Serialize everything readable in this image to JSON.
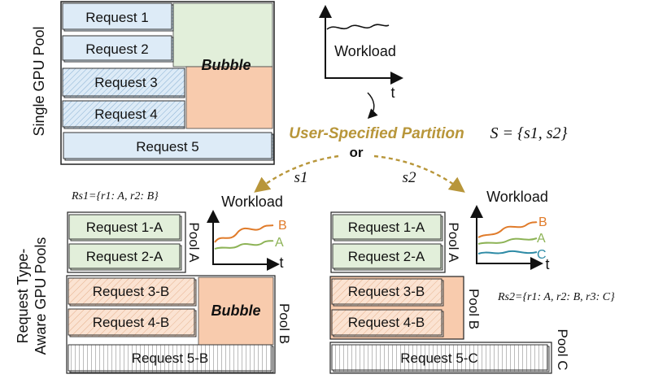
{
  "top": {
    "pool_label": "Single GPU Pool",
    "requests": [
      "Request 1",
      "Request 2",
      "Request 3",
      "Request 4",
      "Request 5"
    ],
    "bubble": "Bubble",
    "workload": "Workload",
    "t": "t"
  },
  "partition": {
    "label": "User-Specified Partition",
    "formula": "S = {s1, s2}",
    "or": "or",
    "s1": "s1",
    "s2": "s2"
  },
  "left": {
    "side_label_line1": "Request Type-",
    "side_label_line2": "Aware GPU Pools",
    "rs_label": "Rs1={r1: A, r2: B}",
    "workload": "Workload",
    "t": "t",
    "series": [
      "B",
      "A"
    ],
    "pool_a": {
      "name": "Pool A",
      "requests": [
        "Request 1-A",
        "Request 2-A"
      ]
    },
    "pool_b": {
      "name": "Pool B",
      "requests": [
        "Request 3-B",
        "Request 4-B",
        "Request 5-B"
      ],
      "bubble": "Bubble"
    }
  },
  "right": {
    "rs_label": "Rs2={r1: A, r2: B, r3: C}",
    "workload": "Workload",
    "t": "t",
    "series": [
      "B",
      "A",
      "C"
    ],
    "pool_a": {
      "name": "Pool A",
      "requests": [
        "Request 1-A",
        "Request 2-A"
      ]
    },
    "pool_b": {
      "name": "Pool B",
      "requests": [
        "Request 3-B",
        "Request 4-B"
      ]
    },
    "pool_c": {
      "name": "Pool C",
      "requests": [
        "Request 5-C"
      ]
    }
  },
  "colors": {
    "green": "#e2efda",
    "orange": "#f8cbad",
    "blue": "#ddebf7",
    "gold": "#b8963a",
    "series_b": "#e07b2a",
    "series_a": "#8db356",
    "series_c": "#2e8ba6"
  }
}
